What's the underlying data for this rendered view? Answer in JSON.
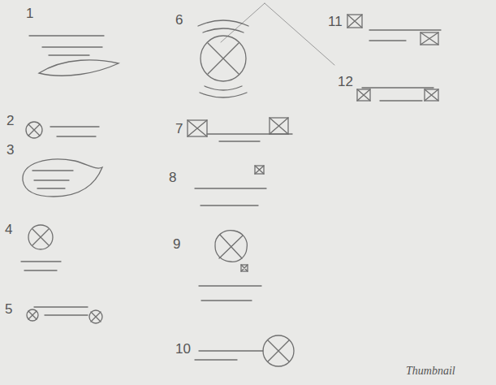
{
  "diagram": {
    "labels": [
      "1",
      "2",
      "3",
      "4",
      "5",
      "6",
      "7",
      "8",
      "9",
      "10",
      "11",
      "12",
      "Thumbnail"
    ]
  }
}
